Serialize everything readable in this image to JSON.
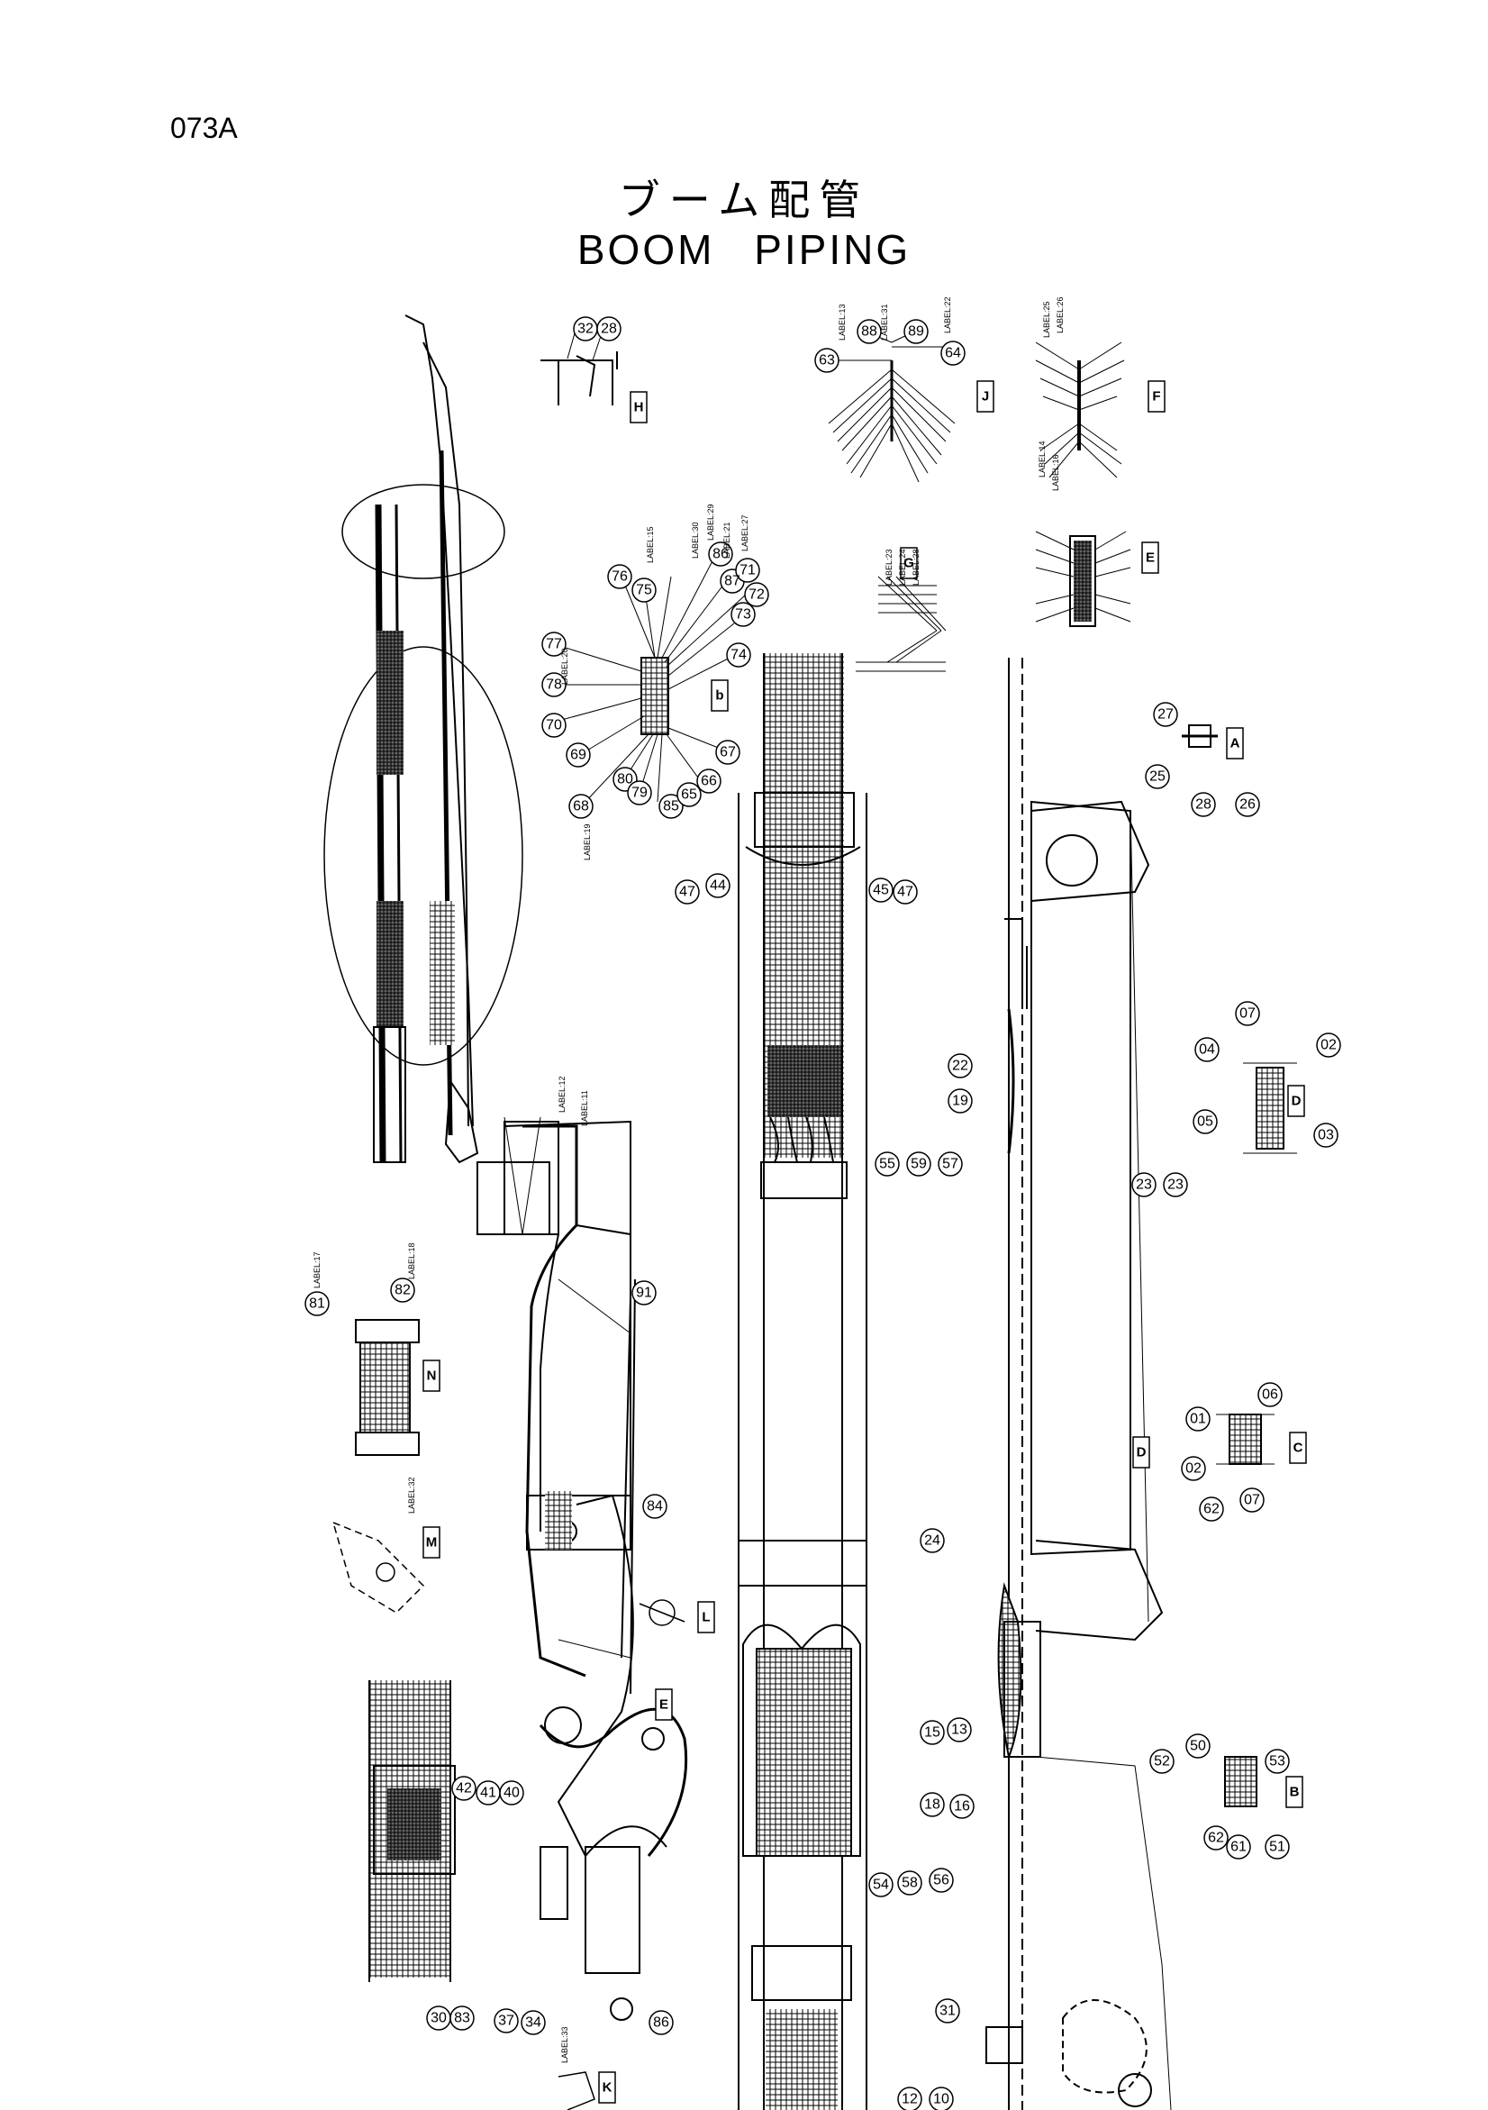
{
  "page_code": "073A",
  "title_jp": "ブーム配管",
  "title_en": "BOOM PIPING",
  "section_markers": [
    "A",
    "B",
    "C",
    "D",
    "E",
    "F",
    "G",
    "H",
    "J",
    "K",
    "L",
    "M",
    "N",
    "b"
  ],
  "callouts": {
    "c32": "32",
    "c28": "28",
    "c63": "63",
    "c88": "88",
    "c89": "89",
    "c64": "64",
    "c86": "86",
    "c87": "87",
    "c71": "71",
    "c72": "72",
    "c73": "73",
    "c74": "74",
    "c76": "76",
    "c75": "75",
    "c77": "77",
    "c78": "78",
    "c70": "70",
    "c69": "69",
    "c68": "68",
    "c80": "80",
    "c79": "79",
    "c85": "85",
    "c65": "65",
    "c66": "66",
    "c67": "67",
    "c47a": "47",
    "c44": "44",
    "c45": "45",
    "c47b": "47",
    "c27": "27",
    "c25": "25",
    "c28b": "28",
    "c26": "26",
    "c22": "22",
    "c19": "19",
    "c55": "55",
    "c59": "59",
    "c57": "57",
    "c23": "23",
    "c23b": "23",
    "c04": "04",
    "c07": "07",
    "c02": "02",
    "c05": "05",
    "c03": "03",
    "c81": "81",
    "c82": "82",
    "c91": "91",
    "c01": "01",
    "c06": "06",
    "c02b": "02",
    "c62": "62",
    "c07b": "07",
    "c24": "24",
    "c84": "84",
    "c15": "15",
    "c13": "13",
    "c18": "18",
    "c16": "16",
    "c54": "54",
    "c58": "58",
    "c56": "56",
    "c52": "52",
    "c50": "50",
    "c53": "53",
    "c62b": "62",
    "c61": "61",
    "c51": "51",
    "c42": "42",
    "c41": "41",
    "c40": "40",
    "c30": "30",
    "c83": "83",
    "c37": "37",
    "c34": "34",
    "c86b": "86",
    "c31": "31",
    "c12": "12",
    "c10": "10"
  },
  "wire_labels": {
    "l_a": "LABEL:13",
    "l_b": "LABEL:22",
    "l_c": "LABEL:31",
    "l_d": "LABEL:29",
    "l_e": "LABEL:30",
    "l_f": "LABEL:21",
    "l_g": "LABEL:27",
    "l_h": "LABEL:15",
    "l_i": "LABEL:12",
    "l_j": "LABEL:11",
    "l_k": "LABEL:17",
    "l_l": "LABEL:18",
    "l_m": "LABEL:19",
    "l_n": "LABEL:20",
    "l_o": "LABEL:25",
    "l_p": "LABEL:26",
    "l_q": "LABEL:14",
    "l_r": "LABEL:16",
    "l_s": "LABEL:23",
    "l_t": "LABEL:24",
    "l_u": "LABEL:28",
    "l_v": "LABEL:32",
    "l_w": "LABEL:33"
  }
}
